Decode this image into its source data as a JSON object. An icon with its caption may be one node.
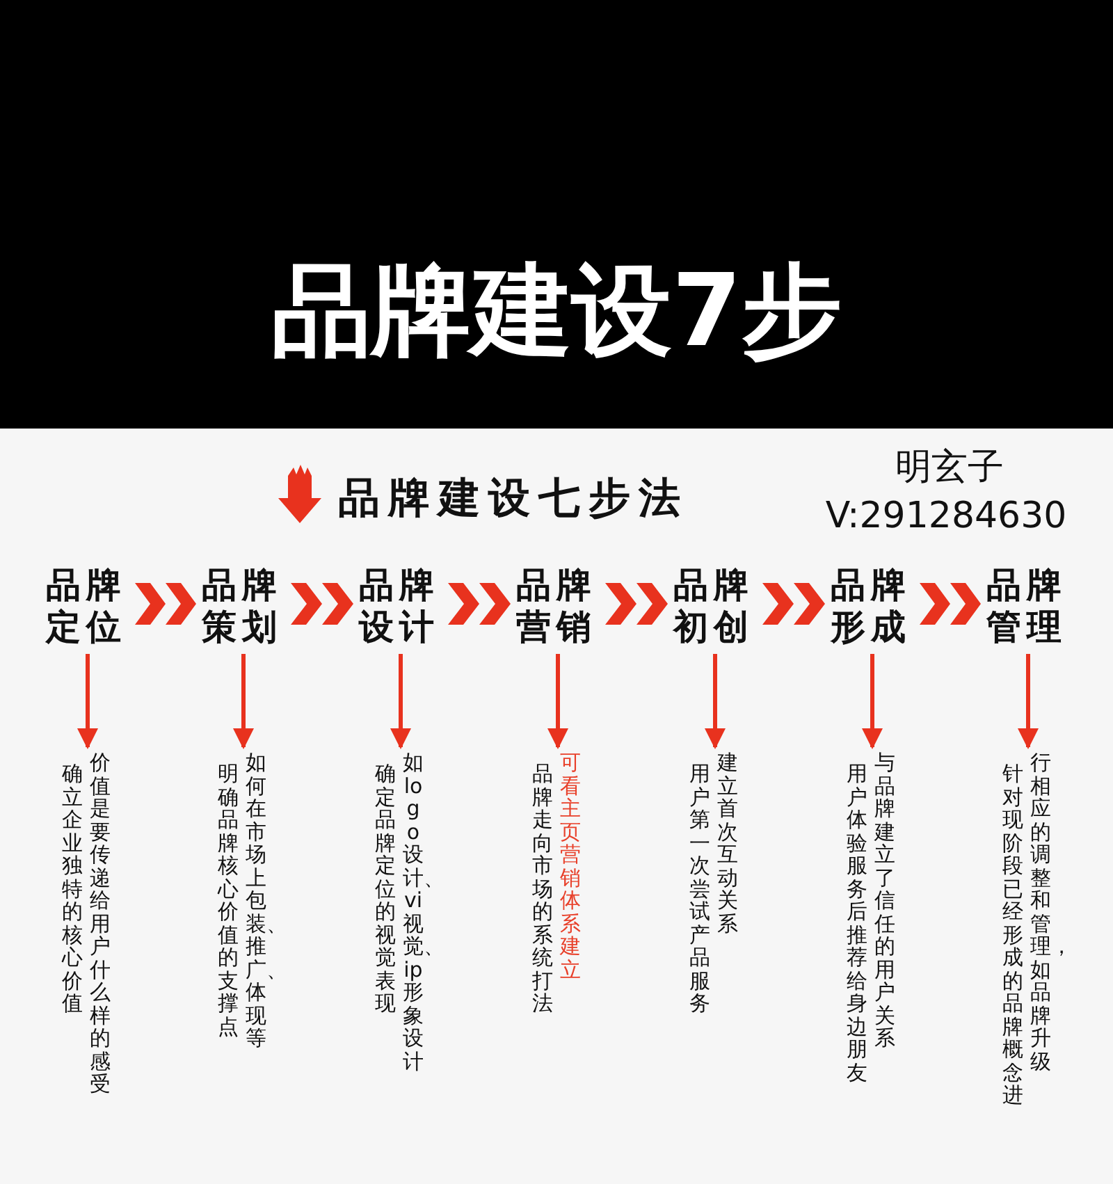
{
  "diagram": {
    "title": "品牌建设7步",
    "nodes": [
      {
        "text": [
          "品牌定位"
        ]
      },
      {
        "text": [
          "品牌策划"
        ]
      },
      {
        "text": [
          "品牌设计"
        ]
      },
      {
        "text": [
          "品牌营销"
        ]
      },
      {
        "text": [
          "品牌初创"
        ]
      },
      {
        "text": [
          "品牌形成"
        ]
      },
      {
        "text": [
          "品牌管理"
        ]
      },
      {
        "text": [
          "确立企业独特的核心价值",
          "价值是要传递给用户什么样的感受"
        ]
      },
      {
        "text": [
          "明确品牌核心价值的支撑点",
          "如何在市场上包装、推广、体现等"
        ]
      },
      {
        "text": [
          "确定品牌定位的视觉表现",
          "如logo设计、vi视觉、ip形象设计"
        ]
      },
      {
        "text": [
          "品牌走向市场的系统打法",
          "可看主页营销体系建立"
        ]
      },
      {
        "text": [
          "用户第一次尝试产品服务",
          "建立首次互动关系"
        ]
      },
      {
        "text": [
          "用户体验服务后推荐给身边朋友",
          "与品牌建立了信任的用户关系"
        ]
      },
      {
        "text": [
          "针对现阶段已经形成的品牌概念进",
          "行相应的调整和管理，如品牌升级"
        ]
      }
    ],
    "edges": [
      {
        "from": 0,
        "to": 1,
        "arrow": "to"
      },
      {
        "from": 1,
        "to": 2,
        "arrow": "to"
      },
      {
        "from": 2,
        "to": 3,
        "arrow": "to"
      },
      {
        "from": 3,
        "to": 4,
        "arrow": "to"
      },
      {
        "from": 4,
        "to": 5,
        "arrow": "to"
      },
      {
        "from": 5,
        "to": 6,
        "arrow": "to"
      },
      {
        "from": 0,
        "to": 7,
        "arrow": "to"
      },
      {
        "from": 1,
        "to": 8,
        "arrow": "to"
      },
      {
        "from": 2,
        "to": 9,
        "arrow": "to"
      },
      {
        "from": 3,
        "to": 10,
        "arrow": "to"
      },
      {
        "from": 4,
        "to": 11,
        "arrow": "to"
      },
      {
        "from": 5,
        "to": 12,
        "arrow": "to"
      },
      {
        "from": 6,
        "to": 13,
        "arrow": "to"
      }
    ],
    "labels": [
      "品牌建设七步法",
      "明玄子",
      "V:291284630"
    ]
  }
}
